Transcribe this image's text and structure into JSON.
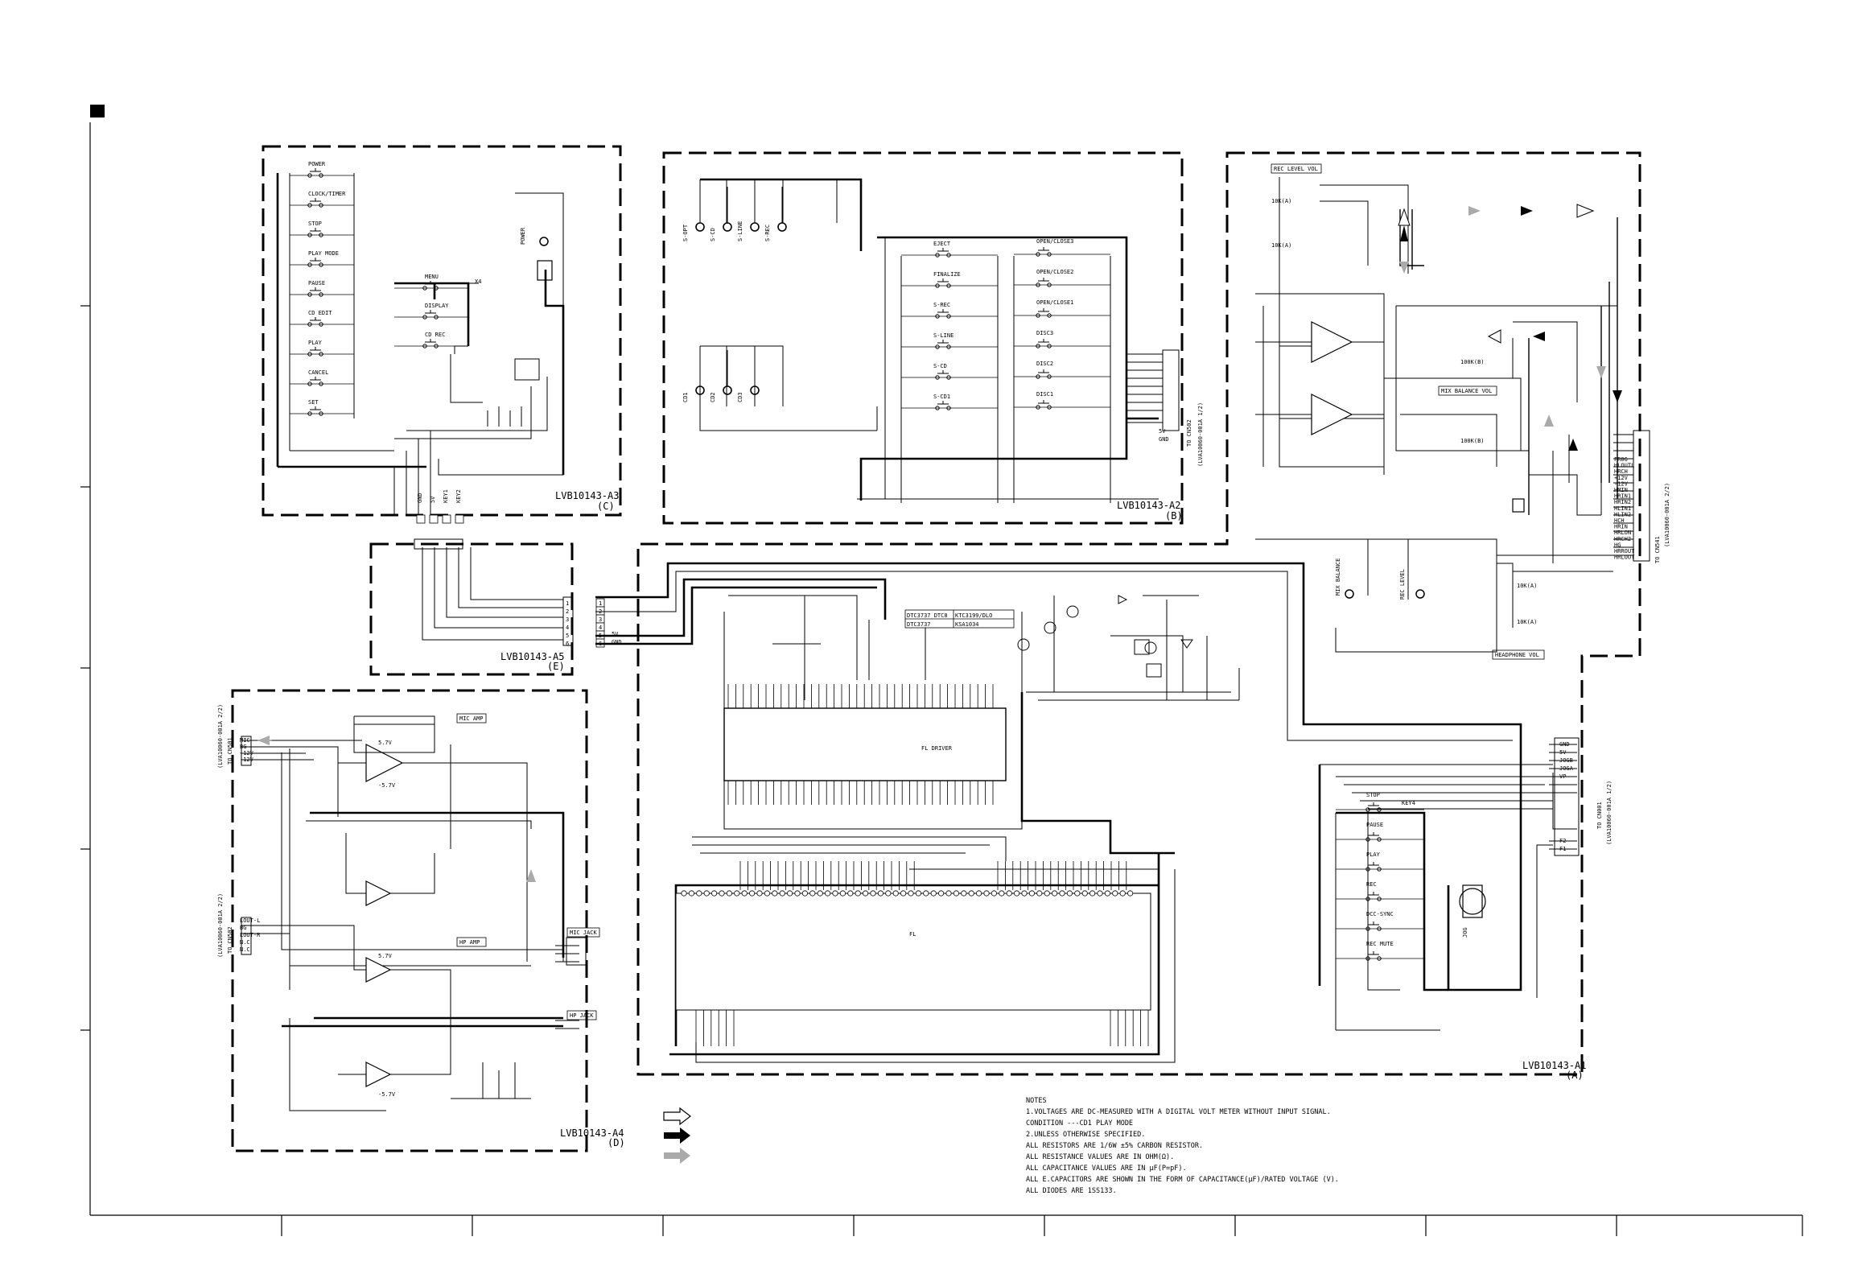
{
  "blocks": {
    "a3": {
      "name": "LVB10143-A3",
      "sub": "(C)"
    },
    "a2": {
      "name": "LVB10143-A2",
      "sub": "(B)"
    },
    "a5": {
      "name": "LVB10143-A5",
      "sub": "(E)"
    },
    "a4": {
      "name": "LVB10143-A4",
      "sub": "(D)"
    },
    "a1": {
      "name": "LVB10143-A1",
      "sub": "(A)"
    }
  },
  "a3_switches": [
    "POWER",
    "CLOCK/TIMER",
    "STOP",
    "PLAY MODE",
    "PAUSE",
    "CD EDIT",
    "PLAY",
    "CANCEL",
    "SET"
  ],
  "a3_switches2": [
    "MENU",
    "DISPLAY",
    "CD REC"
  ],
  "a3_misc": {
    "power_led": "POWER",
    "x4": "X4"
  },
  "a3_pins": [
    "GND",
    "5V",
    "KEY1",
    "KEY2"
  ],
  "a2_switches_left": [
    "EJECT",
    "FINALIZE",
    "S-REC",
    "S-LINE",
    "S-CD",
    "S-CD1"
  ],
  "a2_switches_right": [
    "OPEN/CLOSE3",
    "OPEN/CLOSE2",
    "OPEN/CLOSE1",
    "DISC3",
    "DISC2",
    "DISC1"
  ],
  "a2_leds_top": [
    "S-OPT",
    "S-CD",
    "S-LINE",
    "S-REC"
  ],
  "a2_leds_bottom": [
    "CD1",
    "CD2",
    "CD3"
  ],
  "a2_connector": {
    "label": "TO CN502",
    "ref": "(LVA10060-001A 1/2)",
    "pins": [
      "5V",
      "GND"
    ]
  },
  "a1_ic": {
    "label": "FL DRIVER"
  },
  "a1_fl": {
    "label": "FL"
  },
  "a1_transistors": [
    "DTC3737 DTC8",
    "DTC3737",
    "KTC3199/DLO",
    "KSA1034"
  ],
  "a1_switches": [
    "STOP",
    "PAUSE",
    "PLAY",
    "REC",
    "DCC-SYNC",
    "REC MUTE"
  ],
  "a1_misc": {
    "key4": "KEY4",
    "jog": "JOG"
  },
  "a1_connector": {
    "label": "TO CN001",
    "ref": "(LVA10060-001A 1/2)",
    "pins": [
      "GND",
      "5V",
      "JOGB",
      "JOGA",
      "VP",
      "F2",
      "F1"
    ]
  },
  "a5_pins": [
    "1",
    "2",
    "3",
    "4",
    "5",
    "6"
  ],
  "a5_pins2": [
    "5V",
    "GND"
  ],
  "a4_connector1": {
    "label": "TO CN501",
    "ref": "(LVA10060-001A 2/2)",
    "pins": [
      "MIC",
      "BG",
      "+12V",
      "-12V"
    ]
  },
  "a4_connector2": {
    "label": "TO CN502",
    "ref": "(LVA10060-001A 2/2)",
    "pins": [
      "LOUT-L",
      "BG",
      "LOUT-R",
      "N.C",
      "N.C"
    ]
  },
  "a4_sections": [
    "MIC AMP",
    "HP AMP"
  ],
  "a4_jacks": [
    "MIC JACK",
    "HP JACK"
  ],
  "a4_voltages": [
    "5.7V",
    "-5.7V",
    "5.7V",
    "-5.7V"
  ],
  "mix_block": {
    "rec_level": "REC LEVEL VOL",
    "mix_balance": "MIX BALANCE VOL",
    "headphone": "HEADPHONE VOL",
    "pots": [
      "10K(A)",
      "10K(A)",
      "100K(B)",
      "100K(B)",
      "10K(A)",
      "10K(A)"
    ],
    "knob_labels": [
      "MIX BALANCE",
      "REC LEVEL"
    ]
  },
  "mix_connector": {
    "label": "TO CN541",
    "ref": "(LVA10060-001A 2/2)",
    "pins": [
      "FR06",
      "HLOUTL",
      "HRCH",
      "+12V",
      "-12V",
      "HMIN",
      "HRIN1",
      "HRIN2",
      "HLIN1",
      "HLIN2",
      "HCH",
      "HRIN",
      "HRLON",
      "HRCH2",
      "HG",
      "HRROUT",
      "HRLOUT"
    ]
  },
  "legend": {
    "items": [
      "open-arrow",
      "solid-arrow",
      "gray-arrow"
    ]
  },
  "notes": {
    "title": "NOTES",
    "lines": [
      "1.VOLTAGES ARE DC-MEASURED WITH A DIGITAL VOLT METER WITHOUT INPUT SIGNAL.",
      "   CONDITION ---CD1 PLAY MODE",
      "2.UNLESS OTHERWISE SPECIFIED.",
      "   ALL RESISTORS ARE 1/6W ±5% CARBON RESISTOR.",
      "   ALL RESISTANCE VALUES ARE IN OHM(Ω).",
      "   ALL CAPACITANCE VALUES ARE IN µF(P=pF).",
      "   ALL E.CAPACITORS ARE SHOWN IN THE FORM OF CAPACITANCE(µF)/RATED VOLTAGE (V).",
      "   ALL DIODES ARE 1SS133."
    ]
  }
}
